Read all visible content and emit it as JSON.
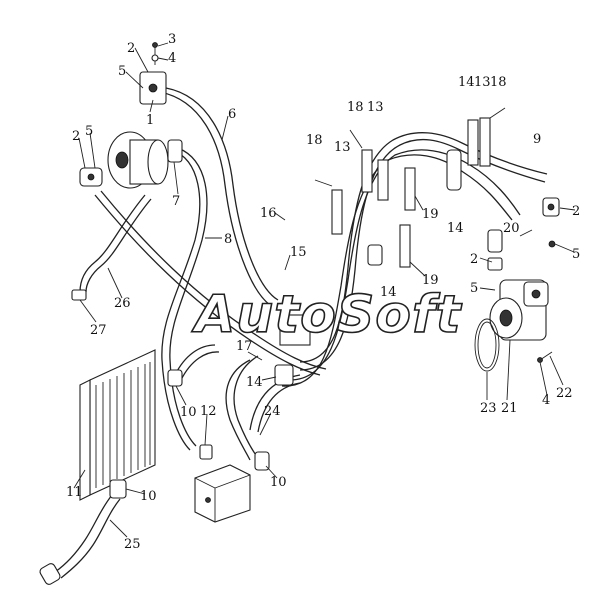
{
  "watermark": "AutoSoft",
  "callouts": [
    "3",
    "4",
    "2",
    "5",
    "1",
    "6",
    "2",
    "5",
    "7",
    "8",
    "16",
    "15",
    "26",
    "27",
    "18",
    "13",
    "13",
    "18",
    "14",
    "13",
    "18",
    "9",
    "19",
    "14",
    "20",
    "2",
    "2",
    "5",
    "5",
    "19",
    "14",
    "17",
    "14",
    "10",
    "12",
    "24",
    "11",
    "10",
    "10",
    "25",
    "23",
    "21",
    "4",
    "22"
  ]
}
